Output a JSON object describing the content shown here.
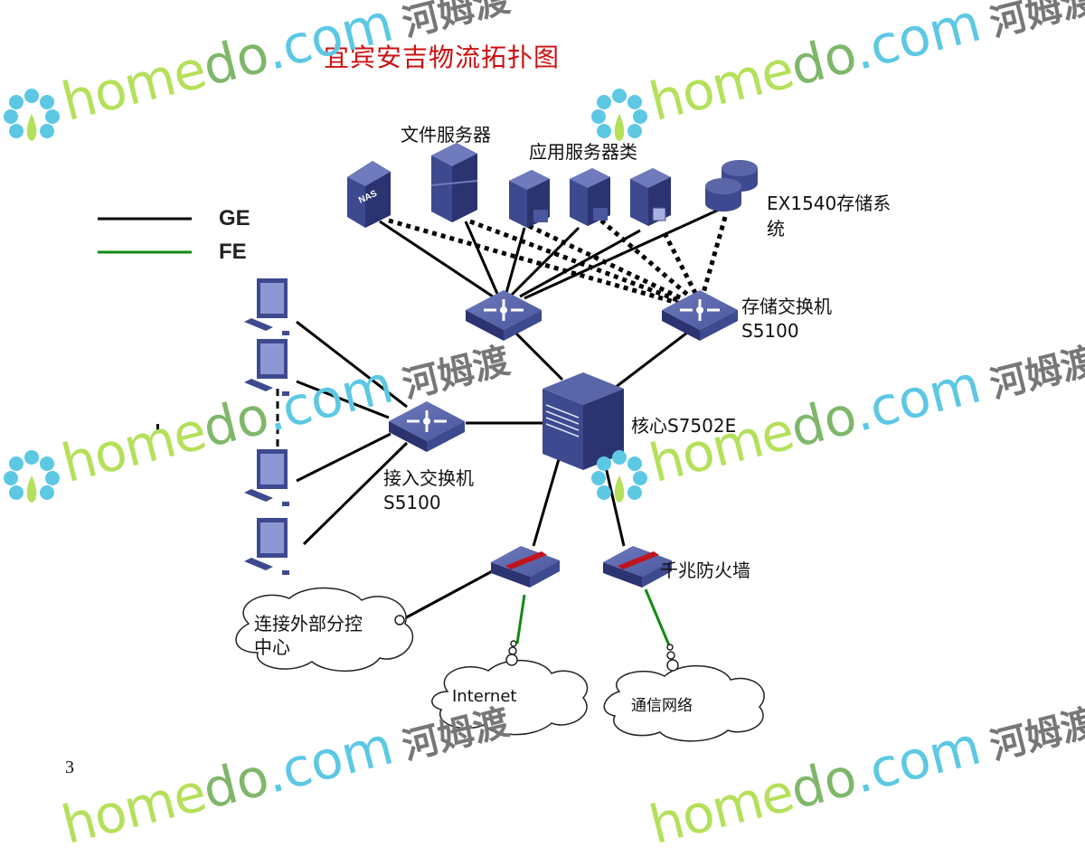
{
  "title": "宜宾安吉物流拓扑图",
  "page_number": "3",
  "legend": [
    {
      "label": "GE",
      "color": "#000000"
    },
    {
      "label": "FE",
      "color": "#138a13"
    }
  ],
  "labels": {
    "file_server": "文件服务器",
    "app_servers": "应用服务器类",
    "nas": "NAS",
    "storage_line1": "EX1540存储系",
    "storage_line2": "统",
    "storage_switch_line1": "存储交换机",
    "storage_switch_line2": "S5100",
    "core": "核心S7502E",
    "access_switch_line1": "接入交换机",
    "access_switch_line2": "S5100",
    "firewall": "千兆防火墙",
    "cloud_branch_line1": "连接外部分控",
    "cloud_branch_line2": "中心",
    "cloud_internet": "Internet",
    "cloud_telecom": "通信网络"
  },
  "watermark": {
    "brand_home": "home",
    "brand_do": "do",
    "brand_com": ".com",
    "brand_cn": "河姆渡"
  },
  "colors": {
    "title": "#cc1010",
    "device": "#3d4a8f",
    "device_light": "#6874b4",
    "fe_link": "#138a13",
    "ge_link": "#000000"
  }
}
